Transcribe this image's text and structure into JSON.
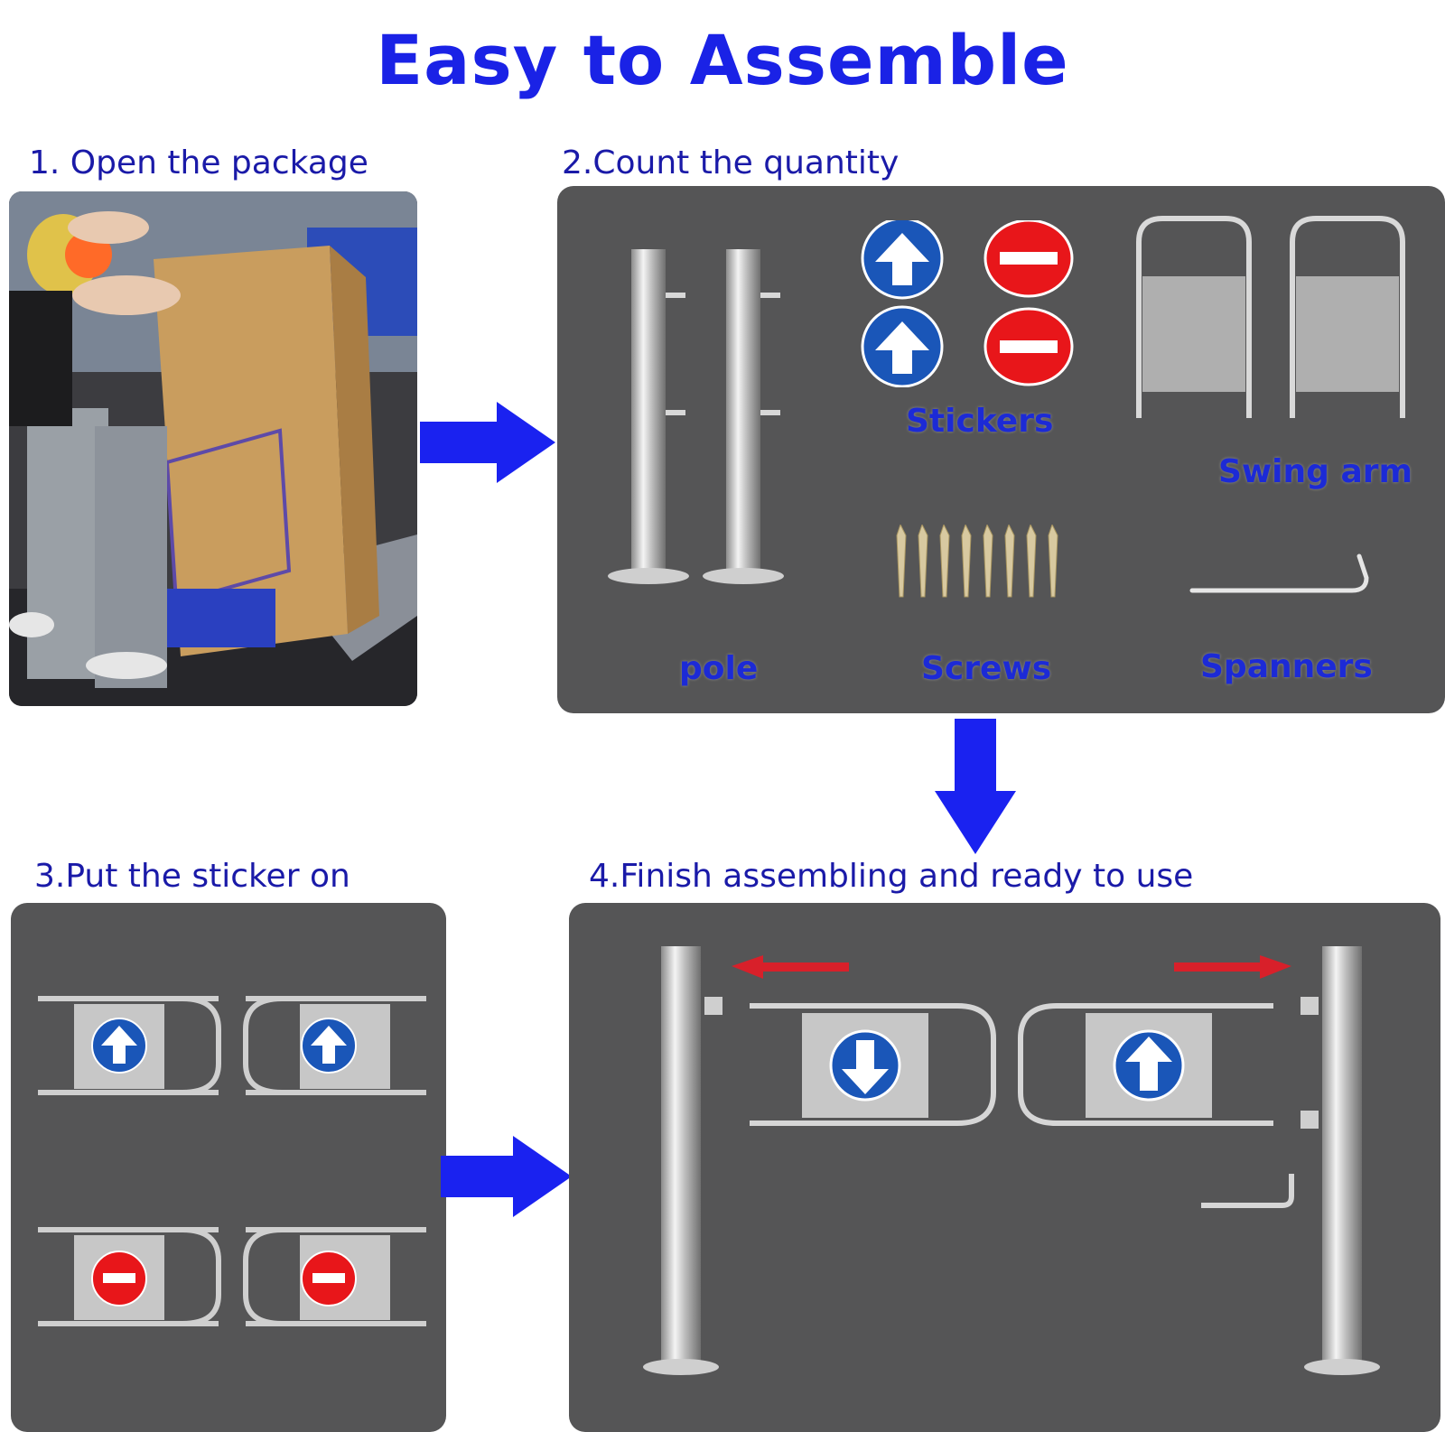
{
  "title": "Easy to Assemble",
  "steps": {
    "s1": "1. Open the package",
    "s2": "2.Count the quantity",
    "s3": "3.Put the sticker on",
    "s4": "4.Finish assembling and ready to use"
  },
  "parts": {
    "stickers": "Stickers",
    "swing_arm": "Swing arm",
    "pole": "pole",
    "screws": "Screws",
    "spanners": "Spanners"
  },
  "colors": {
    "title": "#1a22e6",
    "step_text": "#1a1aa8",
    "arrow": "#1a22f0",
    "panel": "#555556",
    "label": "#1c2ad6",
    "sticker_blue": "#1a56b8",
    "sticker_red": "#e8161a"
  }
}
